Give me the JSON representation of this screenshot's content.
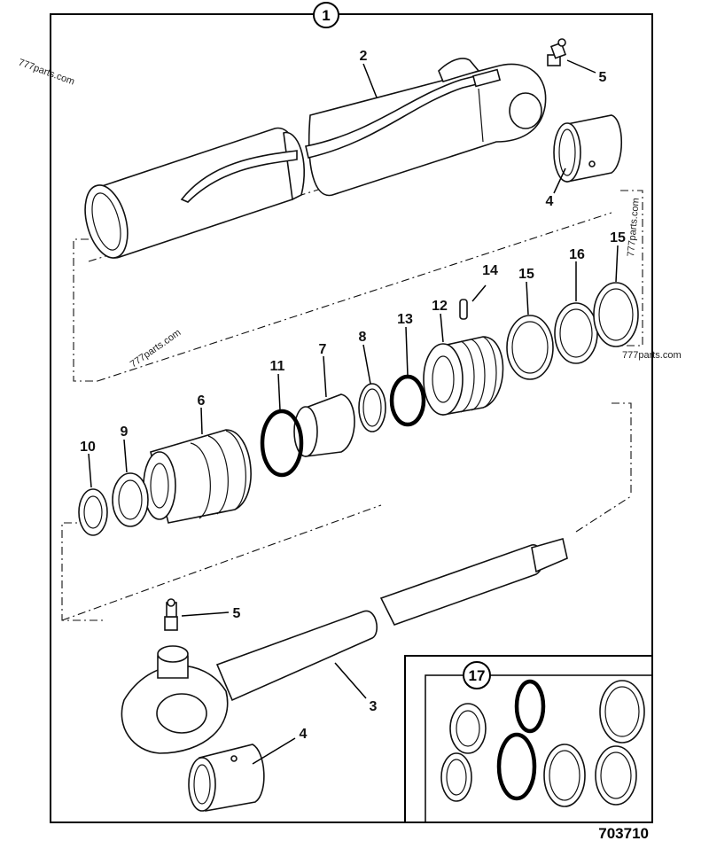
{
  "diagram": {
    "drawing_number": "703710",
    "kit_label": "17",
    "assembly_label": "1",
    "watermarks": [
      "777parts.com",
      "777parts.com",
      "777parts.com",
      "777parts.com"
    ],
    "callouts": [
      {
        "id": "2",
        "text": "2"
      },
      {
        "id": "5a",
        "text": "5"
      },
      {
        "id": "4a",
        "text": "4"
      },
      {
        "id": "15a",
        "text": "15"
      },
      {
        "id": "16",
        "text": "16"
      },
      {
        "id": "15b",
        "text": "15"
      },
      {
        "id": "14",
        "text": "14"
      },
      {
        "id": "12",
        "text": "12"
      },
      {
        "id": "13",
        "text": "13"
      },
      {
        "id": "8",
        "text": "8"
      },
      {
        "id": "7",
        "text": "7"
      },
      {
        "id": "11",
        "text": "11"
      },
      {
        "id": "6",
        "text": "6"
      },
      {
        "id": "9",
        "text": "9"
      },
      {
        "id": "10",
        "text": "10"
      },
      {
        "id": "5b",
        "text": "5"
      },
      {
        "id": "3",
        "text": "3"
      },
      {
        "id": "4b",
        "text": "4"
      }
    ]
  }
}
